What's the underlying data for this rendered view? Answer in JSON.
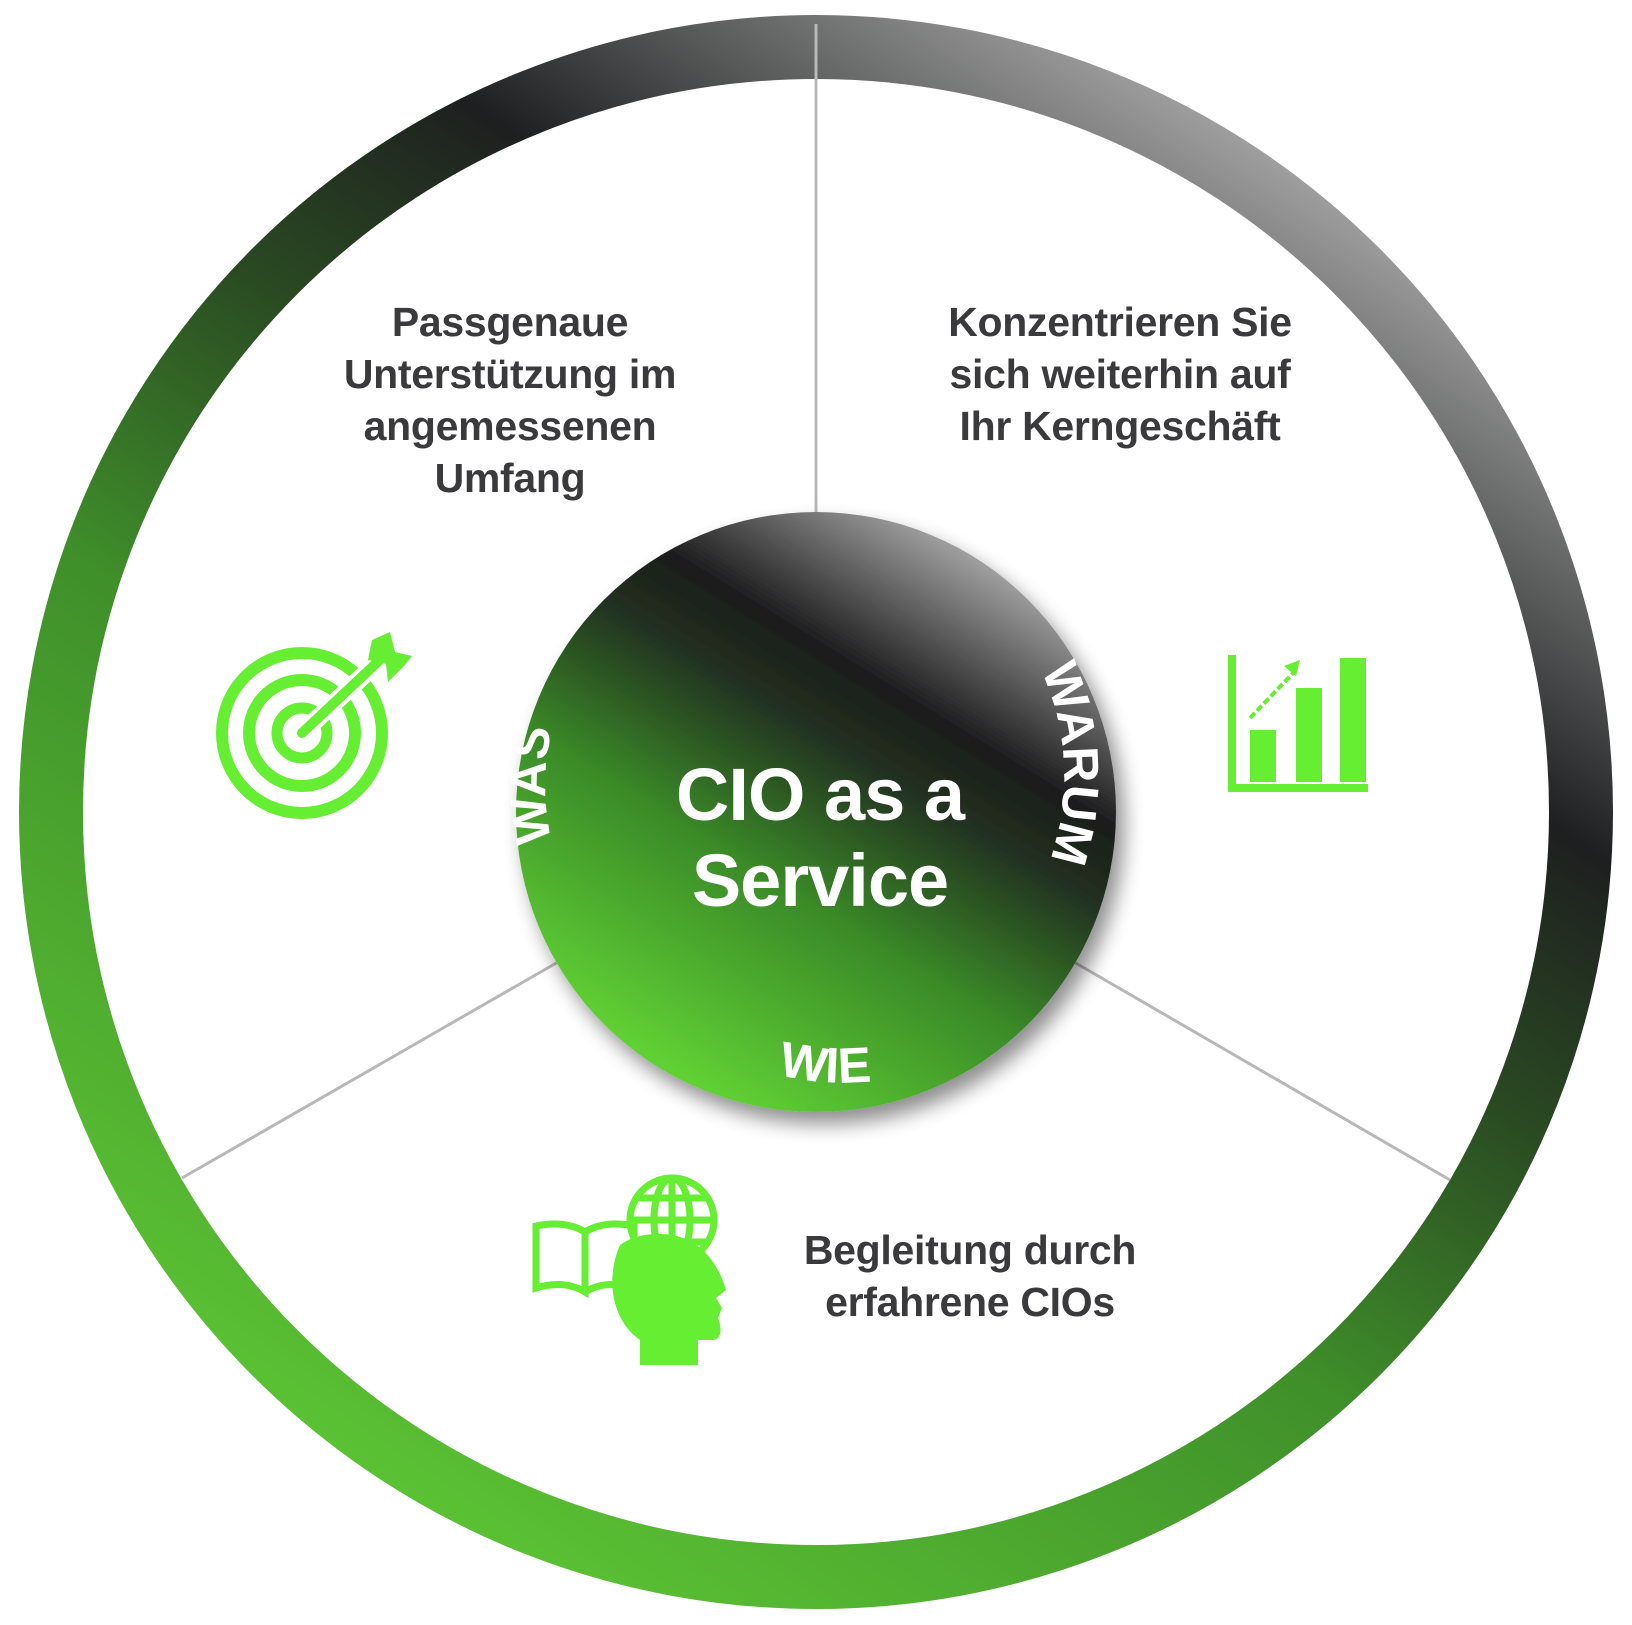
{
  "center": {
    "title_lines": [
      "CIO as a",
      "Service"
    ]
  },
  "wedges": {
    "was": "WAS",
    "warum": "WARUM",
    "wie": "WIE"
  },
  "segments": {
    "was": {
      "lines": [
        "Passgenaue",
        "Unterstützung im",
        "angemessenen",
        "Umfang"
      ],
      "icon": "target-arrow-icon"
    },
    "warum": {
      "lines": [
        "Konzentrieren Sie",
        "sich weiterhin auf",
        "Ihr Kerngeschäft"
      ],
      "icon": "bar-chart-growth-icon"
    },
    "wie": {
      "lines": [
        "Begleitung durch",
        "erfahrene CIOs"
      ],
      "icon": "head-book-globe-icon"
    }
  },
  "colors": {
    "accent_green": "#66EE33",
    "dark": "#222222",
    "mid_gray": "#9a9a9a",
    "text": "#3a3a3c"
  }
}
